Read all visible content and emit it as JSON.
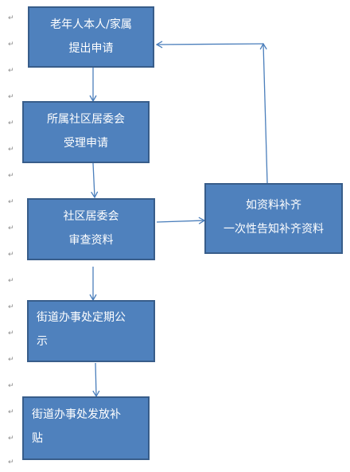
{
  "paragraph_mark": "↵",
  "colors": {
    "box_fill": "#4f81bd",
    "box_border": "#385d8a",
    "arrow": "#4a7ebb",
    "text": "#ffffff"
  },
  "steps": [
    {
      "line1": "老年人本人/家属",
      "line2": "提出申请"
    },
    {
      "line1": "所属社区居委会",
      "line2": "受理申请"
    },
    {
      "line1": "社区居委会",
      "line2": "审查资料"
    },
    {
      "line1": "如资料补齐",
      "line2": "一次性告知补齐资料"
    },
    {
      "line1": "街道办事处定期公",
      "line2": "示"
    },
    {
      "line1": "街道办事处发放补",
      "line2": "贴"
    }
  ]
}
